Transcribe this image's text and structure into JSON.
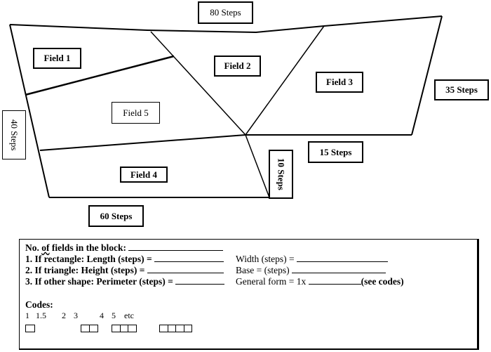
{
  "diagram": {
    "fields": [
      {
        "id": "field-1",
        "label": "Field 1"
      },
      {
        "id": "field-2",
        "label": "Field 2"
      },
      {
        "id": "field-3",
        "label": "Field 3"
      },
      {
        "id": "field-4",
        "label": "Field 4"
      },
      {
        "id": "field-5",
        "label": "Field 5"
      }
    ],
    "measurements": {
      "top": "80 Steps",
      "right": "35 Steps",
      "left": "40 Steps",
      "bottom": "60 Steps",
      "inner_step": "10 Steps",
      "step_right": "15 Steps"
    }
  },
  "form": {
    "line0": {
      "prefix": "No. ",
      "of": "of",
      "rest": " fields in the block: "
    },
    "line1": {
      "label": "1. If rectangle: Length (steps) = ",
      "label2": "Width (steps) = "
    },
    "line2": {
      "label": "2. If triangle: Height (steps) = ",
      "label2": "Base = (steps) "
    },
    "line3": {
      "label": "3. If other shape:  Perimeter (steps) = ",
      "label2": "General form = 1x ",
      "suffix": "(see codes)"
    },
    "codes": {
      "title": "Codes:",
      "values": [
        "1",
        "1.5",
        "2",
        "3",
        "4",
        "5",
        "etc"
      ]
    }
  }
}
